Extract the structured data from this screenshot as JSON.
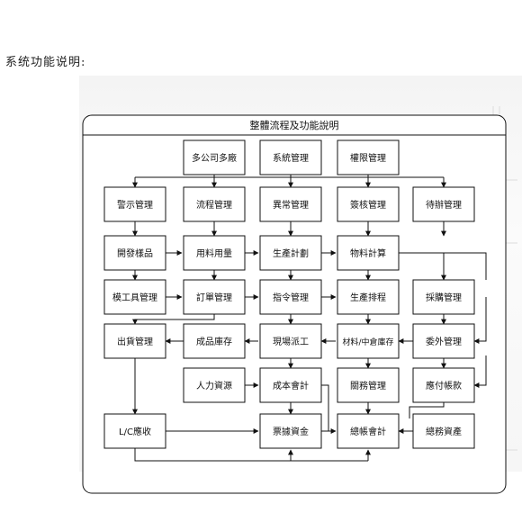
{
  "caption": "系统功能说明:",
  "diagram": {
    "title": "整體流程及功能說明",
    "nodes": [
      {
        "id": "multi_company",
        "label": "多公司多廠"
      },
      {
        "id": "system_mgmt",
        "label": "系統管理"
      },
      {
        "id": "permission_mgmt",
        "label": "權限管理"
      },
      {
        "id": "alert_mgmt",
        "label": "警示管理"
      },
      {
        "id": "process_mgmt",
        "label": "流程管理"
      },
      {
        "id": "exception_mgmt",
        "label": "異常管理"
      },
      {
        "id": "signoff_mgmt",
        "label": "簽核管理"
      },
      {
        "id": "todo_mgmt",
        "label": "待辦管理"
      },
      {
        "id": "sample_dev",
        "label": "開發樣品"
      },
      {
        "id": "material_usage",
        "label": "用料用量"
      },
      {
        "id": "production_plan",
        "label": "生產計劃"
      },
      {
        "id": "material_calc",
        "label": "物料計算"
      },
      {
        "id": "mold_mgmt",
        "label": "模工具管理"
      },
      {
        "id": "order_mgmt",
        "label": "訂單管理"
      },
      {
        "id": "command_mgmt",
        "label": "指令管理"
      },
      {
        "id": "production_sched",
        "label": "生產排程"
      },
      {
        "id": "purchase_mgmt",
        "label": "採購管理"
      },
      {
        "id": "shipping_mgmt",
        "label": "出貨管理"
      },
      {
        "id": "finished_inventory",
        "label": "成品庫存"
      },
      {
        "id": "site_dispatch",
        "label": "現場派工"
      },
      {
        "id": "material_inventory",
        "label": "材料/中倉庫存"
      },
      {
        "id": "outsource_mgmt",
        "label": "委外管理"
      },
      {
        "id": "hr",
        "label": "人力資源"
      },
      {
        "id": "cost_accounting",
        "label": "成本會計"
      },
      {
        "id": "customs_mgmt",
        "label": "關務管理"
      },
      {
        "id": "accounts_payable",
        "label": "應付帳款"
      },
      {
        "id": "lc_receivable",
        "label": "L/C應收"
      },
      {
        "id": "notes_funds",
        "label": "票據資金"
      },
      {
        "id": "general_ledger",
        "label": "總帳會計"
      },
      {
        "id": "general_assets",
        "label": "總務資產"
      }
    ]
  }
}
